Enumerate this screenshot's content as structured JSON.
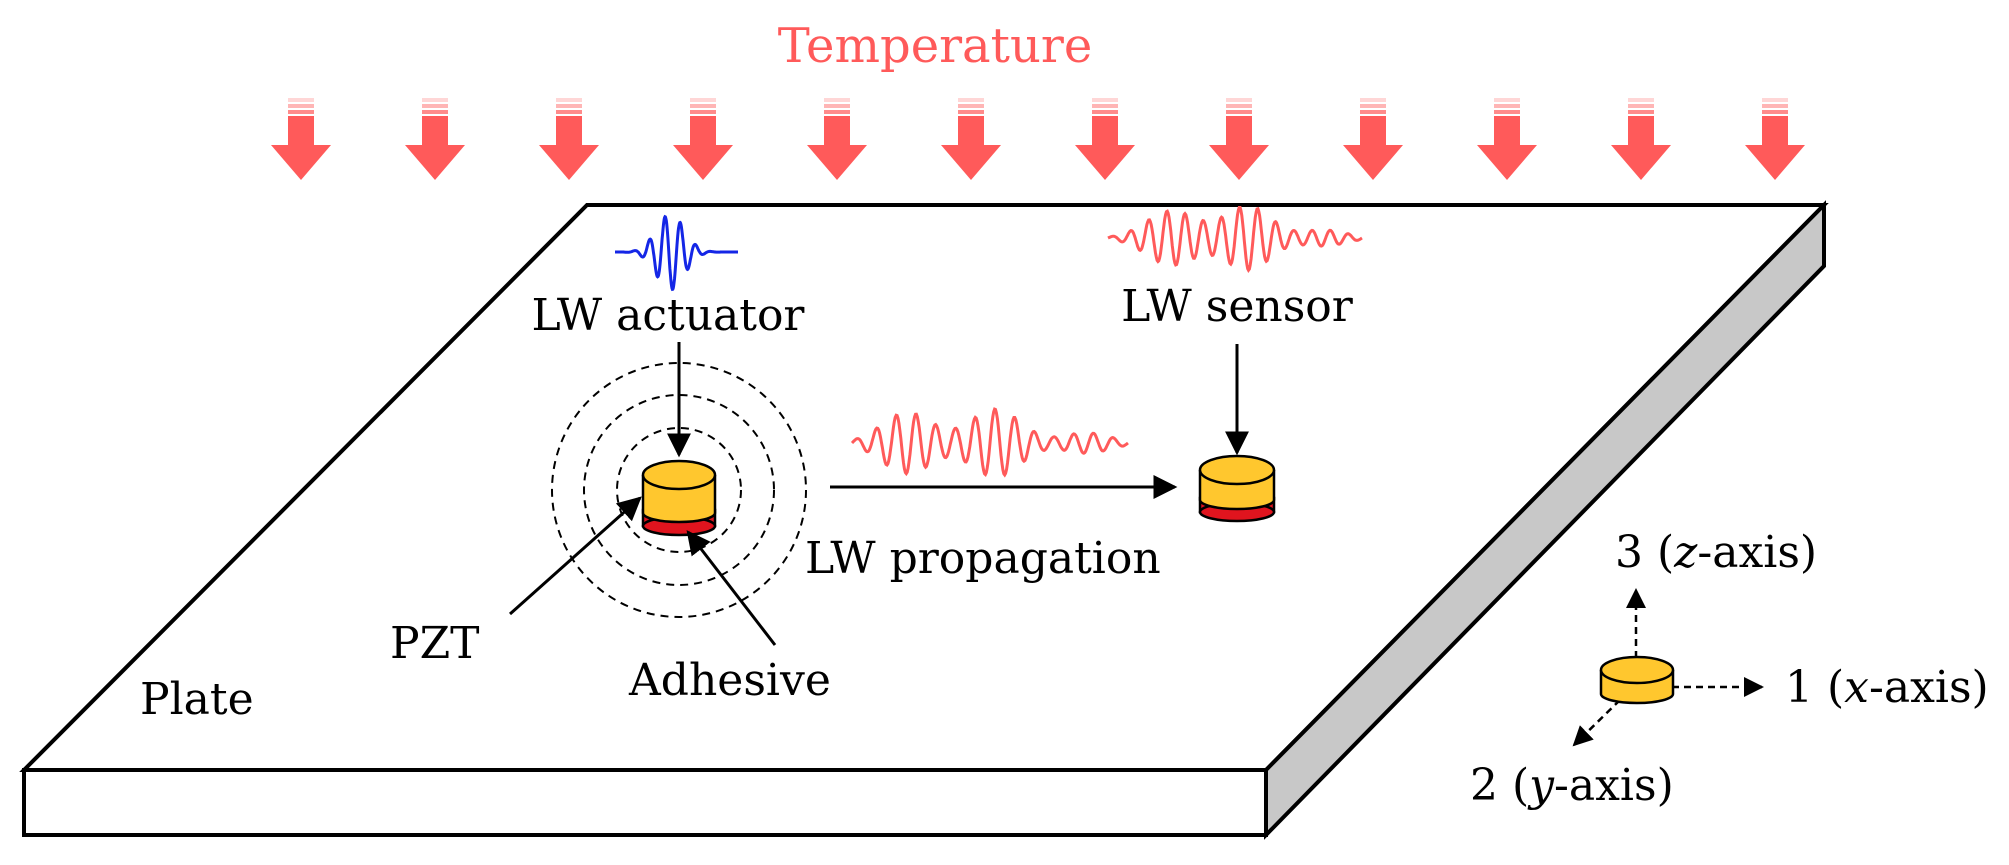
{
  "colors": {
    "temperature": "#ff5a5a",
    "actuator_wave": "#1426e6",
    "sensor_wave": "#ff5a5a",
    "pzt_body": "#ffc72e",
    "adhesive": "#e0141e",
    "plate_side": "#c8c8c8"
  },
  "icons": {
    "temperature_arrow": "down-arrow-icon",
    "pzt": "cylinder-disk-icon"
  },
  "temperature": {
    "label": "Temperature",
    "arrow_count": 12
  },
  "plate": {
    "label": "Plate"
  },
  "actuator": {
    "label": "LW actuator"
  },
  "sensor": {
    "label": "LW sensor"
  },
  "propagation": {
    "label": "LW propagation"
  },
  "pzt": {
    "label": "PZT"
  },
  "adhesive": {
    "label": "Adhesive"
  },
  "axes": {
    "z": {
      "number": "3 (",
      "var": "z",
      "suffix": "-axis)"
    },
    "x": {
      "number": "1 (",
      "var": "x",
      "suffix": "-axis)"
    },
    "y": {
      "number": "2 (",
      "var": "y",
      "suffix": "-axis)"
    }
  }
}
